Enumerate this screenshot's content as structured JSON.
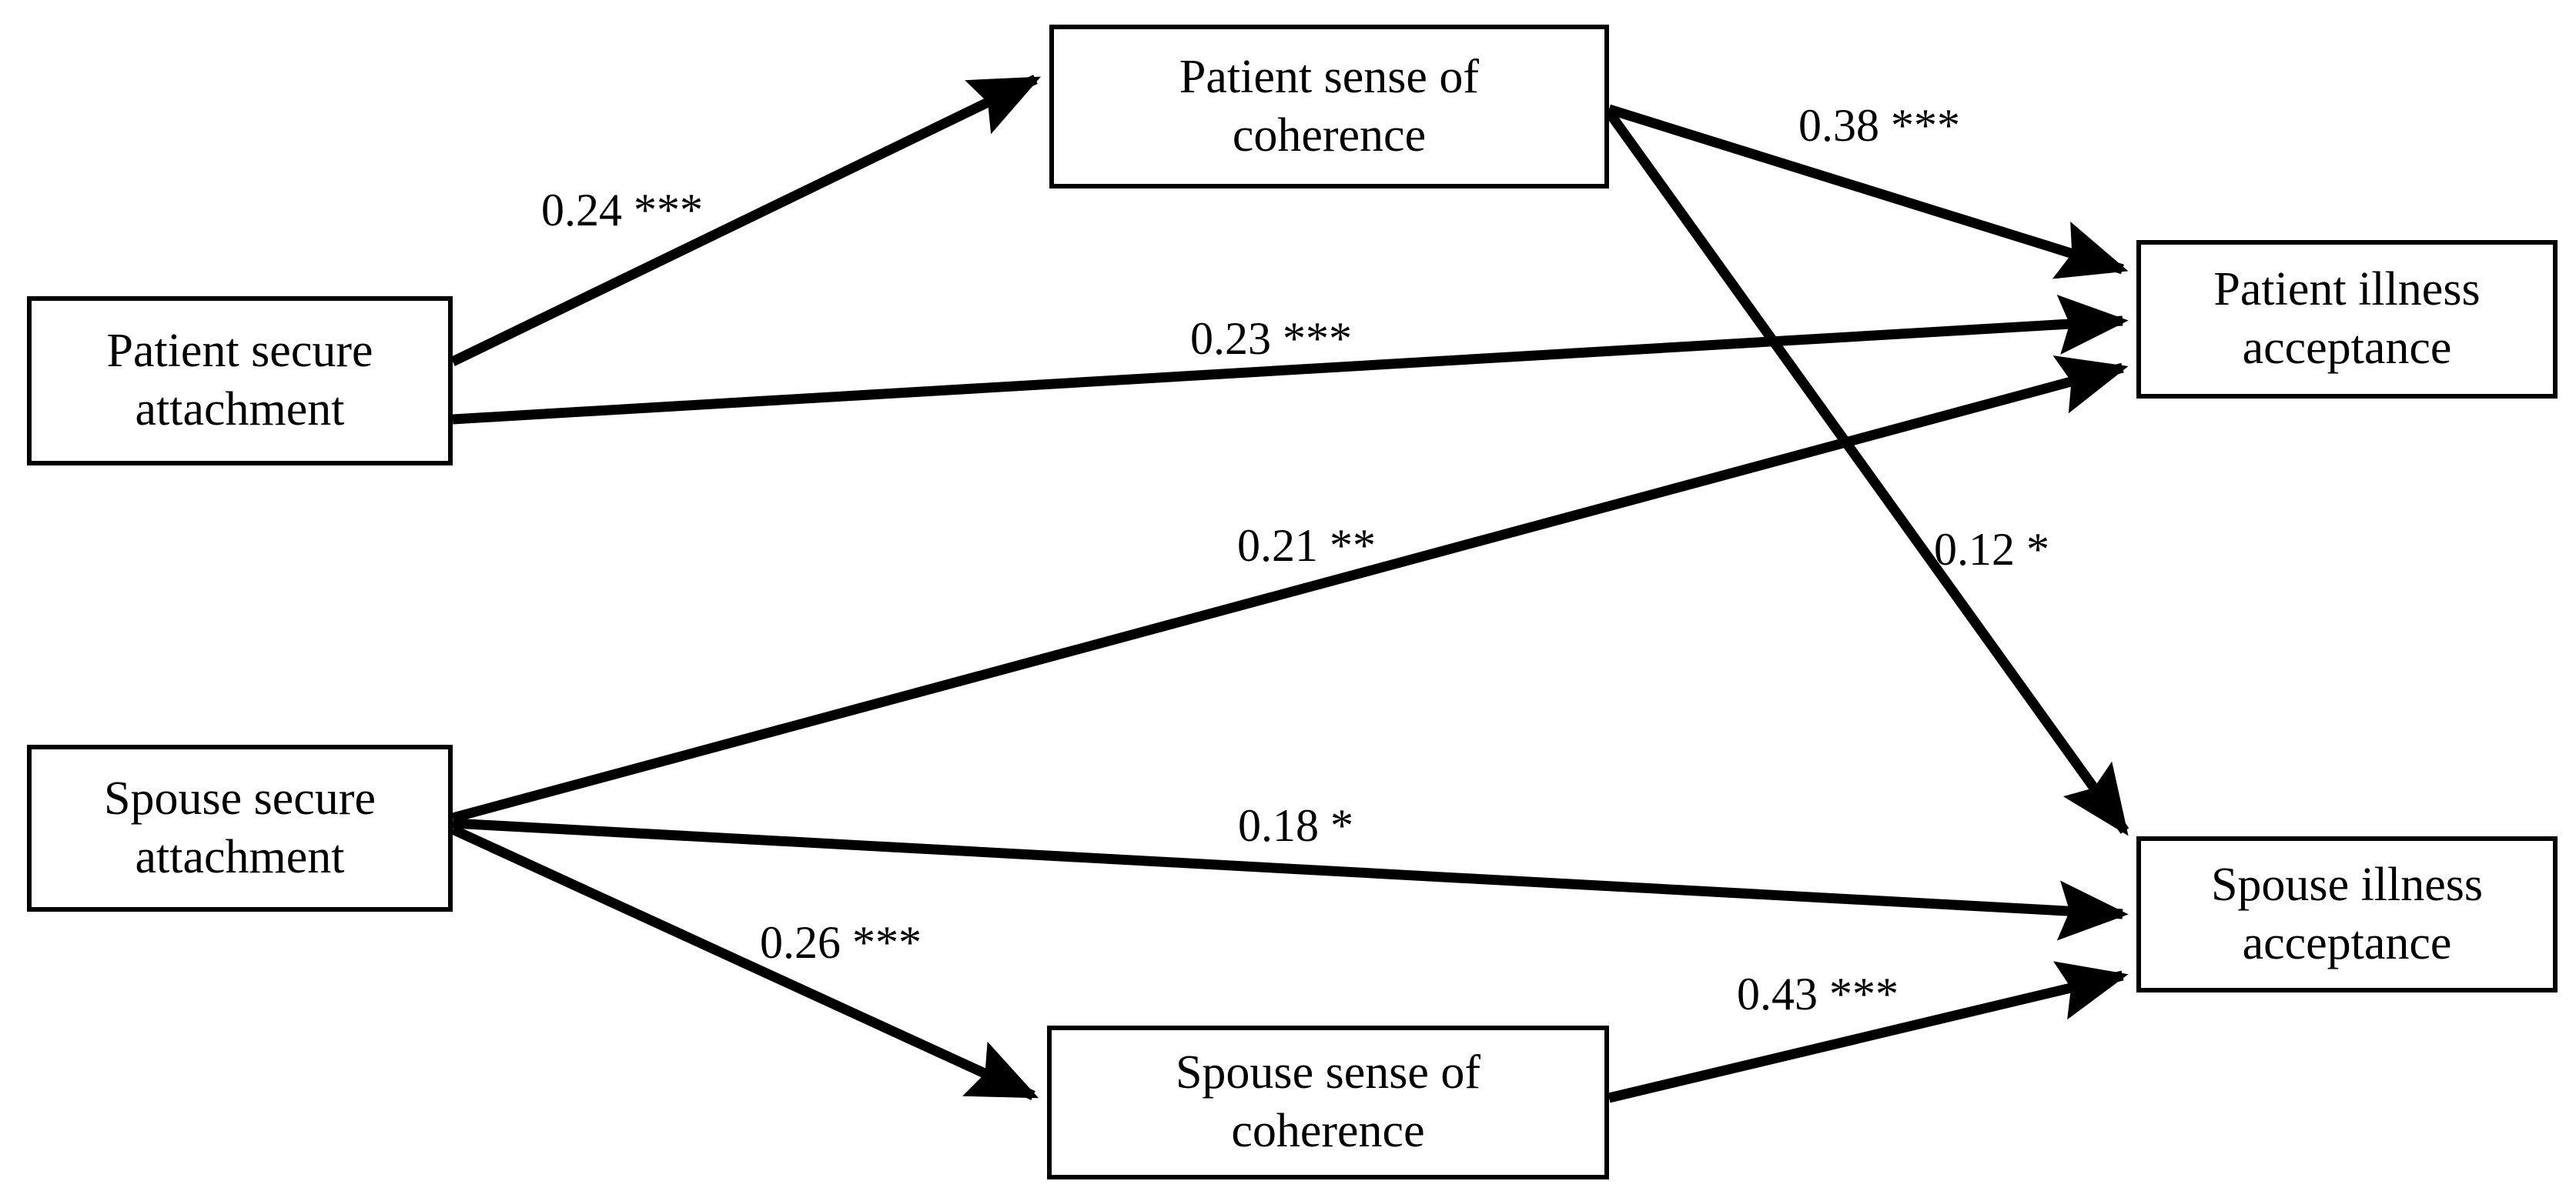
{
  "diagram": {
    "type": "path-diagram",
    "background_color": "#ffffff",
    "line_color": "#000000",
    "nodes": [
      {
        "id": "patient-secure-attachment",
        "label": "Patient secure\nattachment"
      },
      {
        "id": "patient-sense-of-coherence",
        "label": "Patient sense of\ncoherence"
      },
      {
        "id": "patient-illness-acceptance",
        "label": "Patient illness\nacceptance"
      },
      {
        "id": "spouse-secure-attachment",
        "label": "Spouse secure\nattachment"
      },
      {
        "id": "spouse-sense-of-coherence",
        "label": "Spouse sense of\ncoherence"
      },
      {
        "id": "spouse-illness-acceptance",
        "label": "Spouse illness\nacceptance"
      }
    ],
    "edges": [
      {
        "id": "e1",
        "from": "patient-secure-attachment",
        "to": "patient-sense-of-coherence",
        "coefficient": "0.24",
        "significance": "***",
        "label": "0.24 ***"
      },
      {
        "id": "e2",
        "from": "patient-sense-of-coherence",
        "to": "patient-illness-acceptance",
        "coefficient": "0.38",
        "significance": "***",
        "label": "0.38 ***"
      },
      {
        "id": "e3",
        "from": "patient-secure-attachment",
        "to": "patient-illness-acceptance",
        "coefficient": "0.23",
        "significance": "***",
        "label": "0.23 ***"
      },
      {
        "id": "e4",
        "from": "spouse-secure-attachment",
        "to": "patient-illness-acceptance",
        "coefficient": "0.21",
        "significance": "**",
        "label": "0.21 **"
      },
      {
        "id": "e5",
        "from": "patient-sense-of-coherence",
        "to": "spouse-illness-acceptance",
        "coefficient": "0.12",
        "significance": "*",
        "label": "0.12 *"
      },
      {
        "id": "e6",
        "from": "spouse-secure-attachment",
        "to": "spouse-illness-acceptance",
        "coefficient": "0.18",
        "significance": "*",
        "label": "0.18 *"
      },
      {
        "id": "e7",
        "from": "spouse-secure-attachment",
        "to": "spouse-sense-of-coherence",
        "coefficient": "0.26",
        "significance": "***",
        "label": "0.26 ***"
      },
      {
        "id": "e8",
        "from": "spouse-sense-of-coherence",
        "to": "spouse-illness-acceptance",
        "coefficient": "0.43",
        "significance": "***",
        "label": "0.43 ***"
      }
    ]
  }
}
